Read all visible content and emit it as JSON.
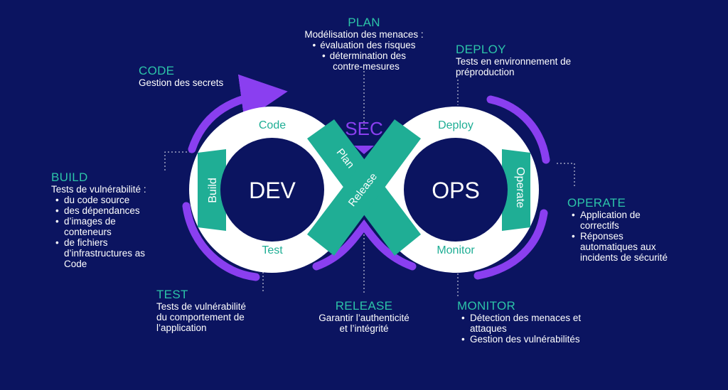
{
  "colors": {
    "background": "#0b1460",
    "teal": "#1fae95",
    "teal_text": "#2cc4a8",
    "purple": "#8a3ff0",
    "white": "#ffffff",
    "navy": "#0b1460"
  },
  "loop": {
    "dev": "DEV",
    "ops": "OPS",
    "sec": "SEC",
    "stages": {
      "code": "Code",
      "build": "Build",
      "test": "Test",
      "plan": "Plan",
      "release": "Release",
      "deploy": "Deploy",
      "operate": "Operate",
      "monitor": "Monitor"
    }
  },
  "annotations": {
    "plan": {
      "title": "PLAN",
      "intro": "Modélisation des menaces :",
      "items": [
        "évaluation des risques",
        "détermination des",
        "contre-mesures"
      ]
    },
    "code": {
      "title": "CODE",
      "text": "Gestion des secrets"
    },
    "deploy": {
      "title": "DEPLOY",
      "lines": [
        "Tests en environnement de",
        "préproduction"
      ]
    },
    "build": {
      "title": "BUILD",
      "intro": "Tests de vulnérabilité :",
      "items": [
        "du code source",
        "des dépendances",
        "d’images de",
        "conteneurs",
        "de fichiers",
        "d’infrastructures as",
        "Code"
      ]
    },
    "operate": {
      "title": "OPERATE",
      "items": [
        "Application de",
        "correctifs",
        "Réponses",
        "automatiques aux",
        "incidents de sécurité"
      ]
    },
    "test": {
      "title": "TEST",
      "lines": [
        "Tests de vulnérabilité",
        "du comportement de",
        "l’application"
      ]
    },
    "release": {
      "title": "RELEASE",
      "lines": [
        "Garantir l’authenticité",
        "et l’intégrité"
      ]
    },
    "monitor": {
      "title": "MONITOR",
      "items": [
        "Détection des menaces et",
        "attaques",
        "Gestion des vulnérabilités"
      ]
    }
  }
}
